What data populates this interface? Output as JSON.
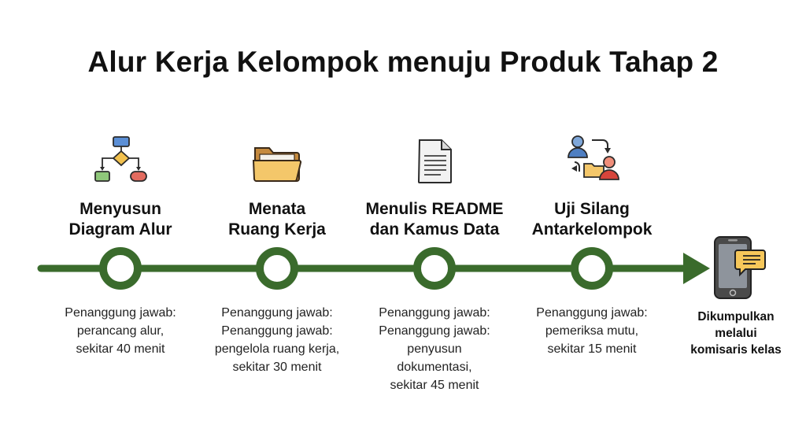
{
  "title": "Alur Kerja Kelompok menuju Produk Tahap 2",
  "colors": {
    "accent": "#3a6b2c",
    "node_fill": "#ffffff"
  },
  "steps": [
    {
      "icon": "flowchart-icon",
      "title_lines": [
        "Menyusun",
        "Diagram Alur"
      ],
      "desc_lines": [
        "Penanggung jawab:",
        "perancang alur,",
        "sekitar 40 menit"
      ]
    },
    {
      "icon": "folder-icon",
      "title_lines": [
        "Menata",
        "Ruang Kerja"
      ],
      "desc_lines": [
        "Penanggung jawab:",
        "Penanggung jawab:",
        "pengelola ruang kerja,",
        "sekitar 30 menit"
      ]
    },
    {
      "icon": "document-icon",
      "title_lines": [
        "Menulis README",
        "dan Kamus Data"
      ],
      "desc_lines": [
        "Penanggung jawab:",
        "Penanggung jawab:",
        "penyusun",
        "dokumentasi,",
        "sekitar 45 menit"
      ]
    },
    {
      "icon": "peer-exchange-icon",
      "title_lines": [
        "Uji Silang",
        "Antarkelompok"
      ],
      "desc_lines": [
        "Penanggung jawab:",
        "pemeriksa mutu,",
        "sekitar 15 menit"
      ]
    }
  ],
  "end": {
    "icon": "phone-message-icon",
    "label_lines": [
      "Dikumpulkan",
      "melalui",
      "komisaris kelas"
    ]
  }
}
